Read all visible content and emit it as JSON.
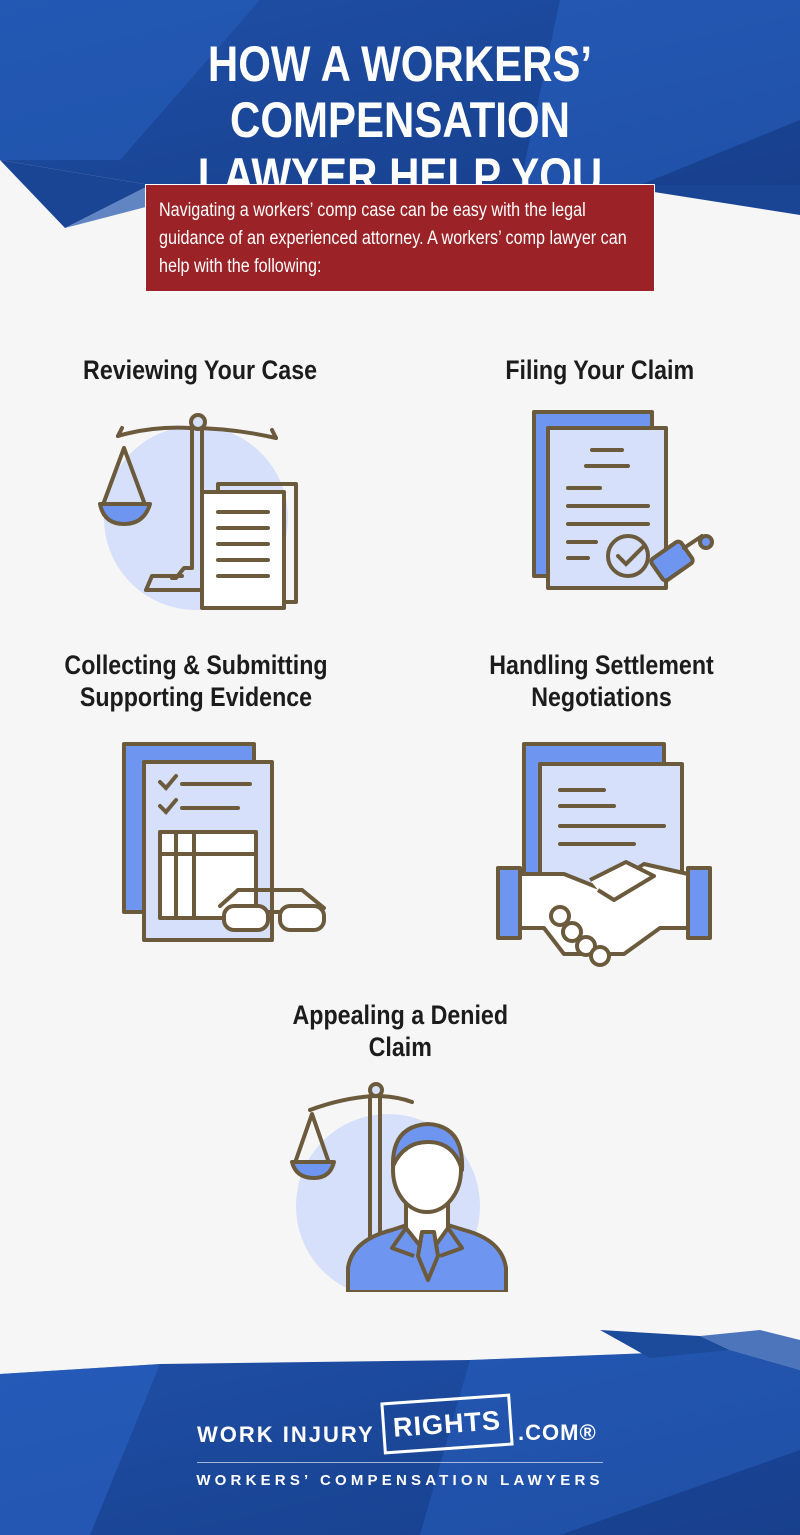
{
  "header": {
    "title_line1": "HOW A WORKERS’ COMPENSATION",
    "title_line2": "LAWYER HELP YOU"
  },
  "intro": {
    "text": "Navigating a workers’ comp case can be easy with the legal guidance of an experienced attorney. A workers’ comp lawyer can help with the following:"
  },
  "services": {
    "reviewing": {
      "line1": "Reviewing Your Case",
      "icon": "scales-document-icon"
    },
    "filing": {
      "line1": "Filing Your Claim",
      "icon": "document-stamp-icon"
    },
    "collecting": {
      "line1": "Collecting & Submitting",
      "line2": "Supporting Evidence",
      "icon": "checklist-glasses-icon"
    },
    "settlement": {
      "line1": "Handling Settlement",
      "line2": "Negotiations",
      "icon": "handshake-document-icon"
    },
    "appealing": {
      "line1": "Appealing a Denied",
      "line2": "Claim",
      "icon": "lawyer-scales-icon"
    }
  },
  "footer": {
    "brand_left": "WORK INJURY",
    "brand_box": "RIGHTS",
    "brand_right": ".COM®",
    "tagline": "WORKERS’ COMPENSATION LAWYERS"
  },
  "colors": {
    "navy": "#1c4b9c",
    "blue_light": "#2a63c4",
    "red": "#9b2226",
    "outline": "#6b5a3c",
    "fill_blue": "#6e96f0",
    "fill_pale": "#d6e0fa"
  }
}
